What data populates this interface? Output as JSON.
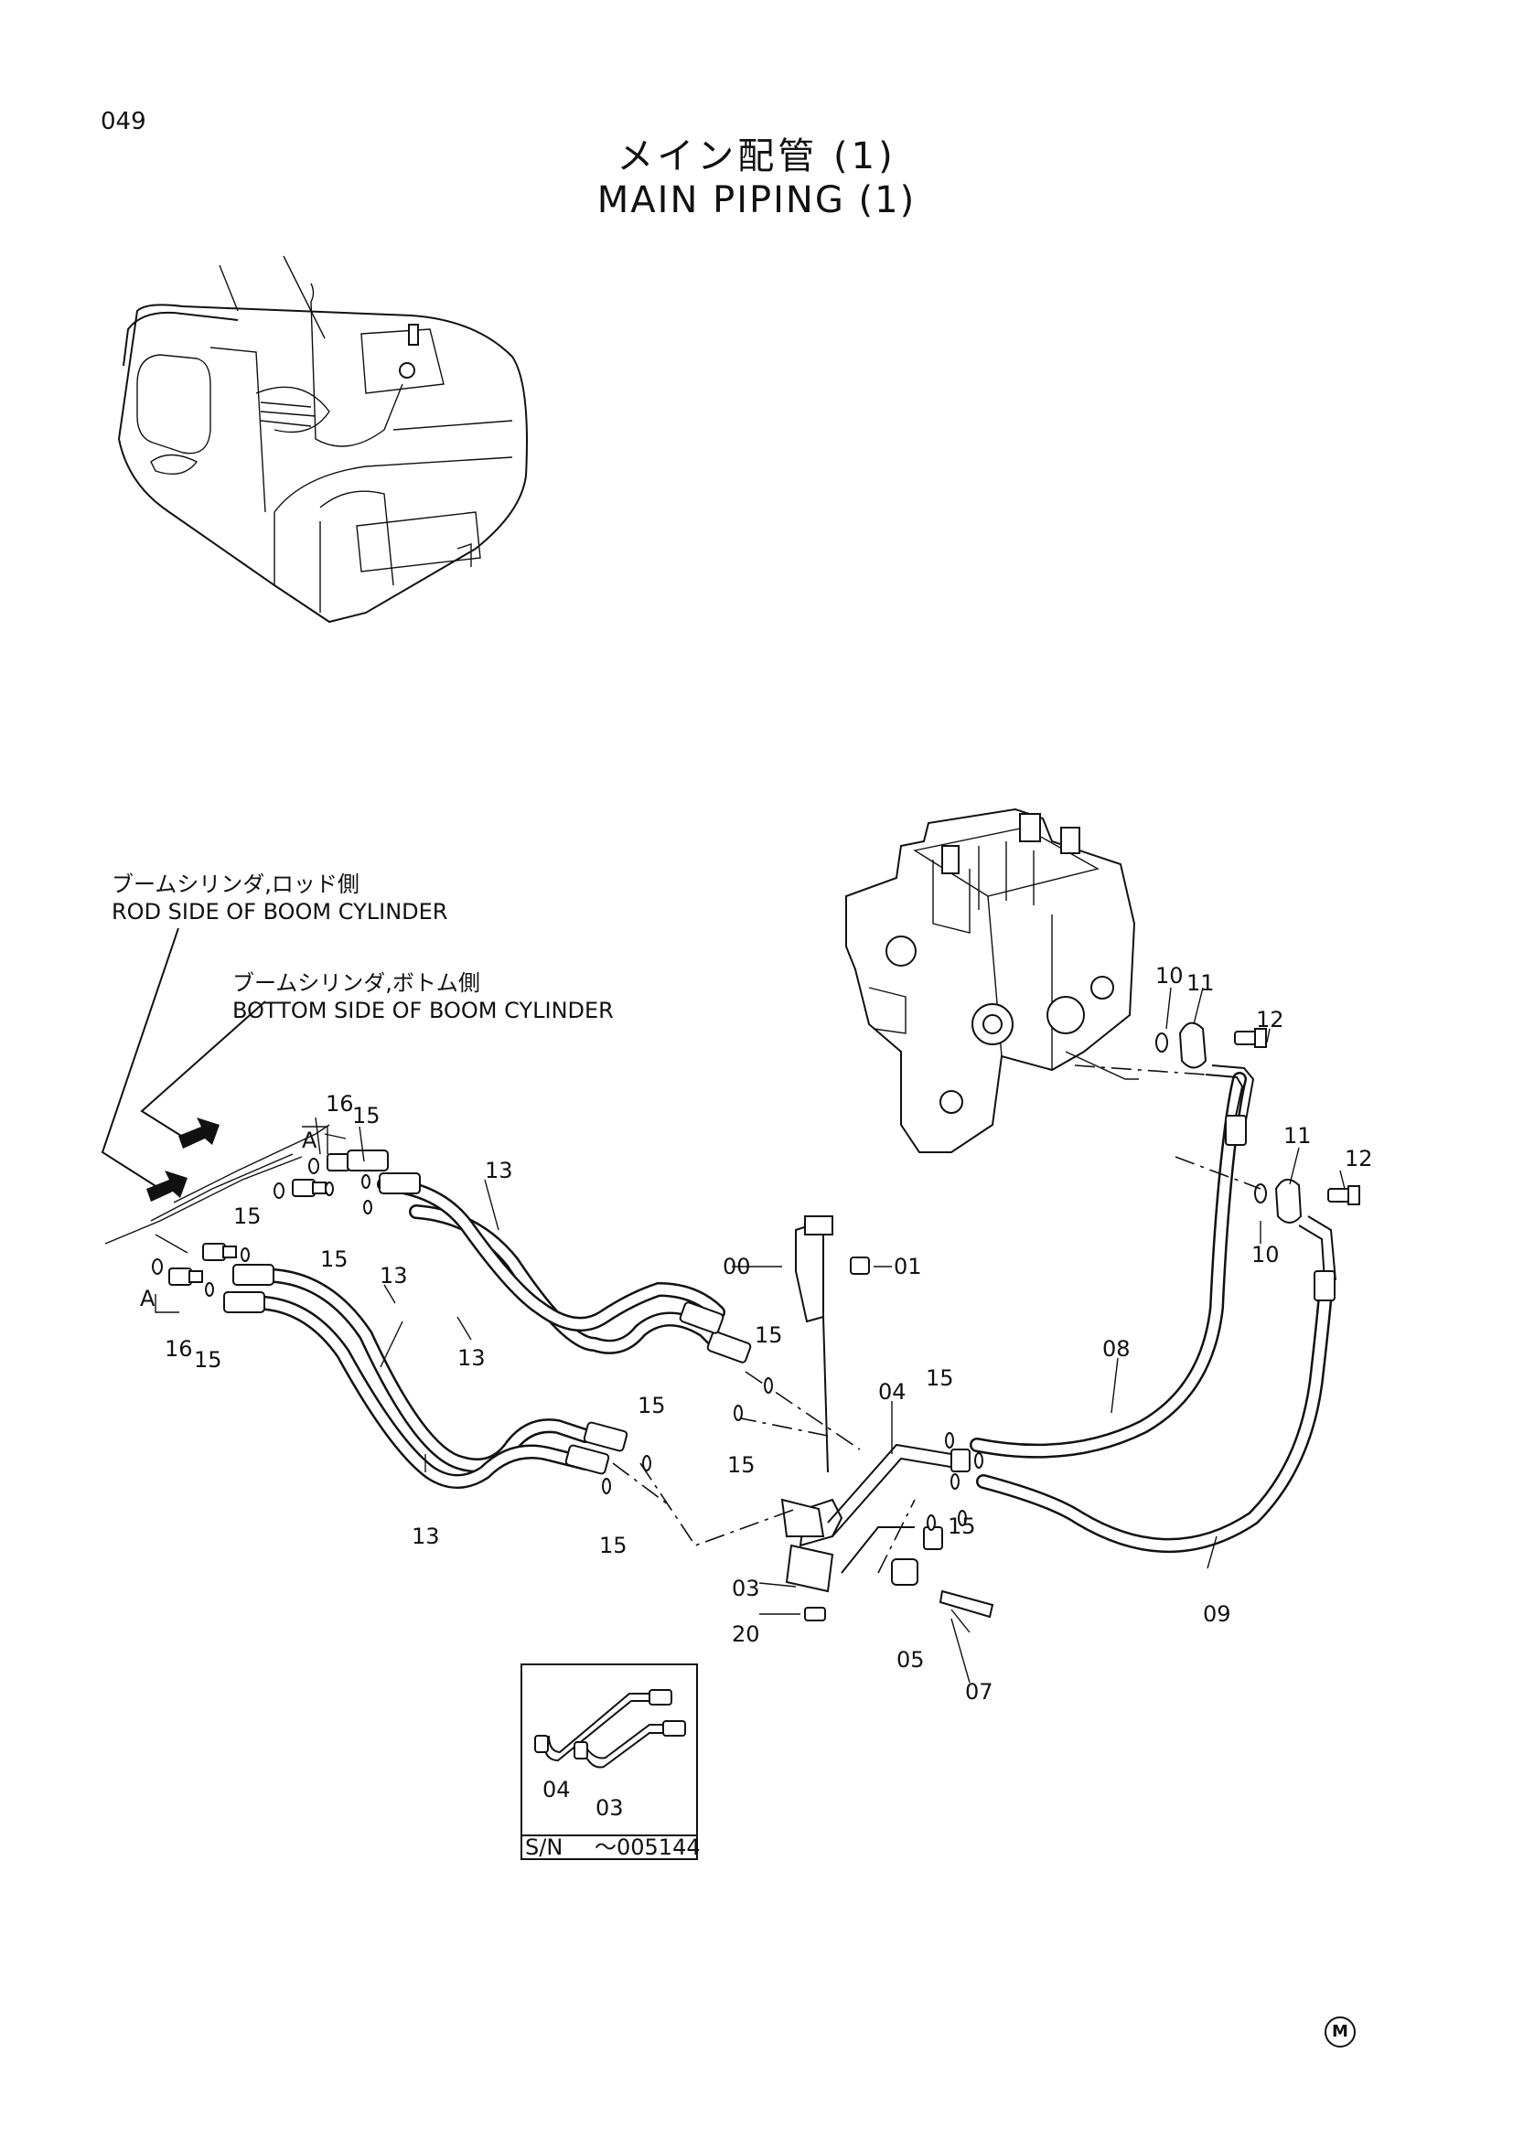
{
  "page": {
    "number": "049"
  },
  "title": {
    "ja": "メイン配管 (1)",
    "en": "MAIN PIPING (1)"
  },
  "notes": {
    "rod_ja": "ブームシリンダ,ロッド側",
    "rod_en": "ROD SIDE OF BOOM CYLINDER",
    "bottom_ja": "ブームシリンダ,ボトム側",
    "bottom_en": "BOTTOM SIDE OF BOOM CYLINDER"
  },
  "callouts": {
    "a_top": "A",
    "a_bottom": "A",
    "p16_top": "16",
    "p15_top": "15",
    "p15_left": "15",
    "p15_left2": "15",
    "p16_bottom": "16",
    "p15_bottom": "15",
    "p13_a": "13",
    "p13_b": "13",
    "p13_c": "13",
    "p13_d": "13",
    "p15_m1": "15",
    "p15_m2": "15",
    "p15_m3": "15",
    "p15_m4": "15",
    "p15_m5": "15",
    "p15_m6": "15",
    "p00": "00",
    "p01": "01",
    "p03": "03",
    "p04": "04",
    "p05": "05",
    "p07": "07",
    "p08": "08",
    "p09": "09",
    "p20": "20",
    "p10_a": "10",
    "p11_a": "11",
    "p12_a": "12",
    "p10_b": "10",
    "p11_b": "11",
    "p12_b": "12"
  },
  "inset": {
    "label_04": "04",
    "label_03": "03",
    "serial_label": "S/N",
    "serial_value": "～005144"
  },
  "corner_mark": "M"
}
